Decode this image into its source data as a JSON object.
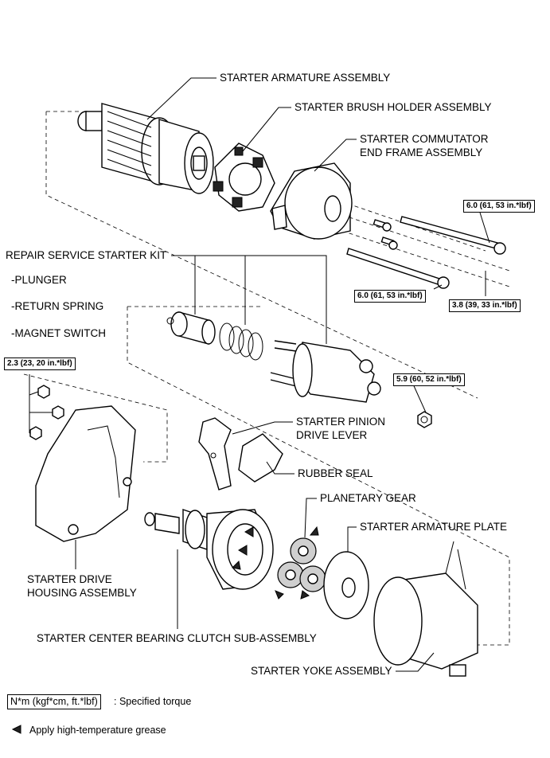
{
  "labels": {
    "armature": "STARTER ARMATURE ASSEMBLY",
    "brush_holder": "STARTER BRUSH HOLDER ASSEMBLY",
    "commutator_line1": "STARTER COMMUTATOR",
    "commutator_line2": "END FRAME ASSEMBLY",
    "repair_kit": "REPAIR SERVICE STARTER KIT",
    "kit_plunger": "-PLUNGER",
    "kit_spring": "-RETURN SPRING",
    "kit_switch": "-MAGNET SWITCH",
    "pinion_line1": "STARTER PINION",
    "pinion_line2": "DRIVE LEVER",
    "rubber_seal": "RUBBER SEAL",
    "planetary_gear": "PLANETARY GEAR",
    "armature_plate": "STARTER ARMATURE PLATE",
    "drive_housing_line1": "STARTER DRIVE",
    "drive_housing_line2": "HOUSING ASSEMBLY",
    "center_bearing": "STARTER CENTER BEARING CLUTCH SUB-ASSEMBLY",
    "yoke": "STARTER YOKE ASSEMBLY"
  },
  "torques": {
    "t1": "6.0 (61, 53 in.*lbf)",
    "t2": "6.0 (61, 53 in.*lbf)",
    "t3": "3.8 (39, 33 in.*lbf)",
    "t4": "5.9 (60, 52 in.*lbf)",
    "t5": "2.3 (23, 20 in.*lbf)"
  },
  "legend": {
    "unit_box": "N*m (kgf*cm, ft.*lbf)",
    "unit_desc": ": Specified torque",
    "grease": "Apply high-temperature grease"
  }
}
